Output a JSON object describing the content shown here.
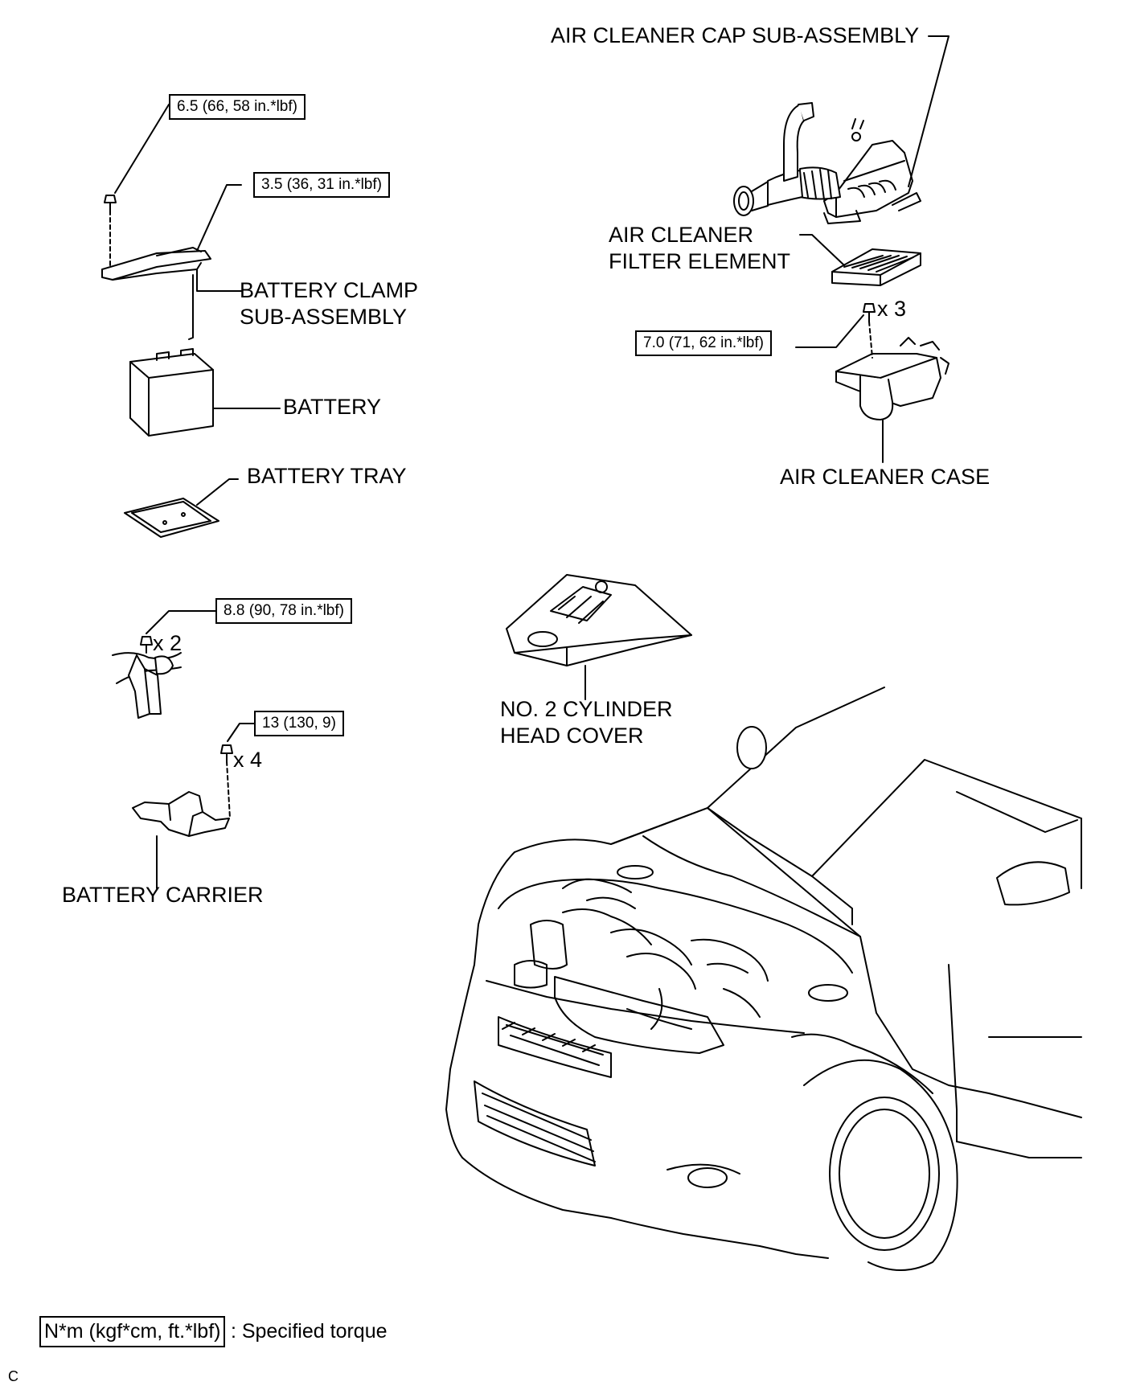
{
  "labels": {
    "air_cleaner_cap": "AIR CLEANER CAP SUB-ASSEMBLY",
    "air_cleaner_filter_line1": "AIR CLEANER",
    "air_cleaner_filter_line2": "FILTER ELEMENT",
    "air_cleaner_case": "AIR CLEANER CASE",
    "battery_clamp_line1": "BATTERY CLAMP",
    "battery_clamp_line2": "SUB-ASSEMBLY",
    "battery": "BATTERY",
    "battery_tray": "BATTERY TRAY",
    "battery_carrier": "BATTERY CARRIER",
    "cylinder_head_cover_line1": "NO. 2 CYLINDER",
    "cylinder_head_cover_line2": "HEAD COVER"
  },
  "torques": {
    "clamp_bolt": "6.5 (66, 58 in.*lbf)",
    "clamp_nut": "3.5 (36, 31 in.*lbf)",
    "case_bolt": "7.0 (71, 62 in.*lbf)",
    "carrier_clamp_bolt": "8.8 (90, 78 in.*lbf)",
    "carrier_bolt": "13 (130, 9)"
  },
  "quantities": {
    "case_bolt": "x 3",
    "carrier_clamp_bolt": "x 2",
    "carrier_bolt": "x 4"
  },
  "legend": {
    "unit_box": "N*m (kgf*cm, ft.*lbf)",
    "description": ": Specified torque"
  },
  "footer_code": "C"
}
